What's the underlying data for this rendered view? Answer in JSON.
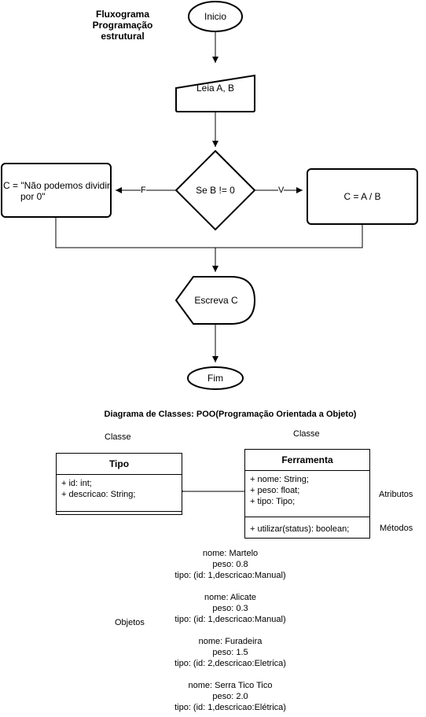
{
  "flowchart": {
    "title_lines": [
      "Fluxograma",
      "Programação",
      "estrutural"
    ],
    "start": "Inicio",
    "input": "Leia A, B",
    "decision": "Se B != 0",
    "false_box_lines": [
      "C = \"Não podemos dividir",
      "por 0\""
    ],
    "true_box": "C = A / B",
    "false_label": "F",
    "true_label": "V",
    "output": "Escreva C",
    "end": "Fim"
  },
  "class_diagram": {
    "title": "Diagrama de Classes: POO(Programação Orientada a Objeto)",
    "classe_label_left": "Classe",
    "classe_label_right": "Classe",
    "atributos_label": "Atributos",
    "metodos_label": "Métodos",
    "objetos_label": "Objetos",
    "tipo": {
      "name": "Tipo",
      "attributes": [
        "+ id: int;",
        "+ descricao: String;"
      ]
    },
    "ferramenta": {
      "name": "Ferramenta",
      "attributes": [
        "+ nome: String;",
        "+ peso: float;",
        "+ tipo: Tipo;"
      ],
      "methods": [
        "+ utilizar(status): boolean;"
      ]
    },
    "objects": [
      [
        "nome: Martelo",
        "peso: 0.8",
        "tipo: (id: 1,descricao:Manual)"
      ],
      [
        "nome: Alicate",
        "peso: 0.3",
        "tipo: (id: 1,descricao:Manual)"
      ],
      [
        "nome: Furadeira",
        "peso: 1.5",
        "tipo: (id: 2,descricao:Eletrica)"
      ],
      [
        "nome: Serra Tico Tico",
        "peso: 2.0",
        "tipo: (id: 1,descricao:Elétrica)"
      ]
    ]
  }
}
